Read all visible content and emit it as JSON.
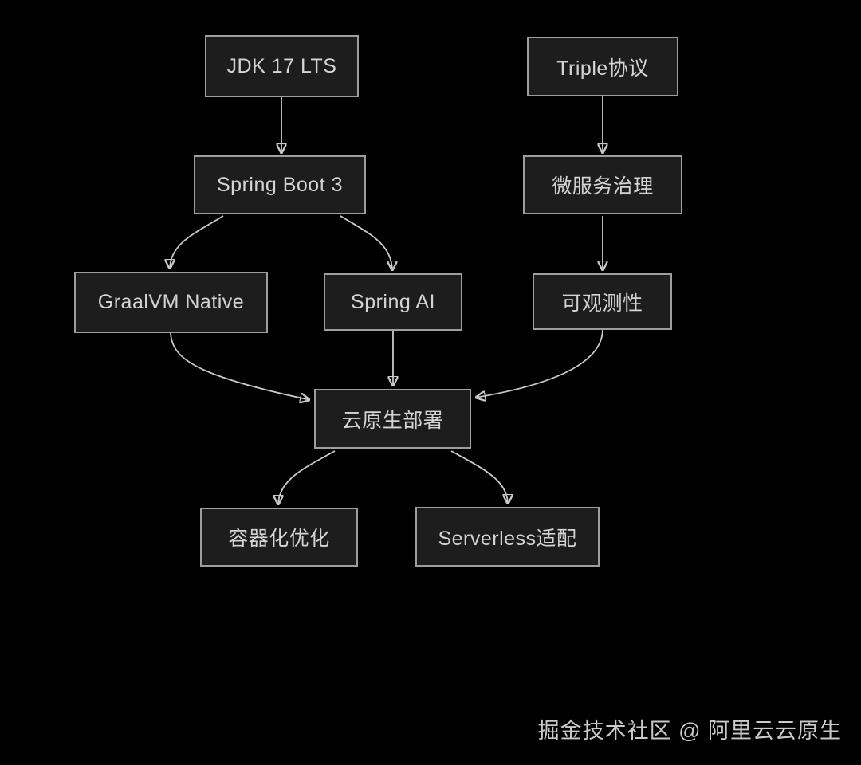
{
  "diagram": {
    "type": "flowchart",
    "nodes": [
      {
        "id": "jdk-17-lts",
        "label": "JDK 17 LTS"
      },
      {
        "id": "triple-protocol",
        "label": "Triple协议"
      },
      {
        "id": "spring-boot-3",
        "label": "Spring Boot 3"
      },
      {
        "id": "microservice-governance",
        "label": "微服务治理"
      },
      {
        "id": "graalvm-native",
        "label": "GraalVM Native"
      },
      {
        "id": "spring-ai",
        "label": "Spring AI"
      },
      {
        "id": "observability",
        "label": "可观测性"
      },
      {
        "id": "cloud-native-deployment",
        "label": "云原生部署"
      },
      {
        "id": "containerization-optimization",
        "label": "容器化优化"
      },
      {
        "id": "serverless-adaptation",
        "label": "Serverless适配"
      }
    ],
    "edges": [
      {
        "from": "JDK 17 LTS",
        "to": "Spring Boot 3"
      },
      {
        "from": "Triple协议",
        "to": "微服务治理"
      },
      {
        "from": "Spring Boot 3",
        "to": "GraalVM Native"
      },
      {
        "from": "Spring Boot 3",
        "to": "Spring AI"
      },
      {
        "from": "微服务治理",
        "to": "可观测性"
      },
      {
        "from": "GraalVM Native",
        "to": "云原生部署"
      },
      {
        "from": "Spring AI",
        "to": "云原生部署"
      },
      {
        "from": "可观测性",
        "to": "云原生部署"
      },
      {
        "from": "云原生部署",
        "to": "容器化优化"
      },
      {
        "from": "云原生部署",
        "to": "Serverless适配"
      }
    ],
    "watermark": "掘金技术社区 @ 阿里云云原生",
    "colors": {
      "background": "#000000",
      "node_fill": "#1d1d1d",
      "node_border": "#9e9e9e",
      "node_text": "#d4d4d4",
      "arrow": "#c9c9c9",
      "watermark_text": "#c9c9c9"
    }
  }
}
